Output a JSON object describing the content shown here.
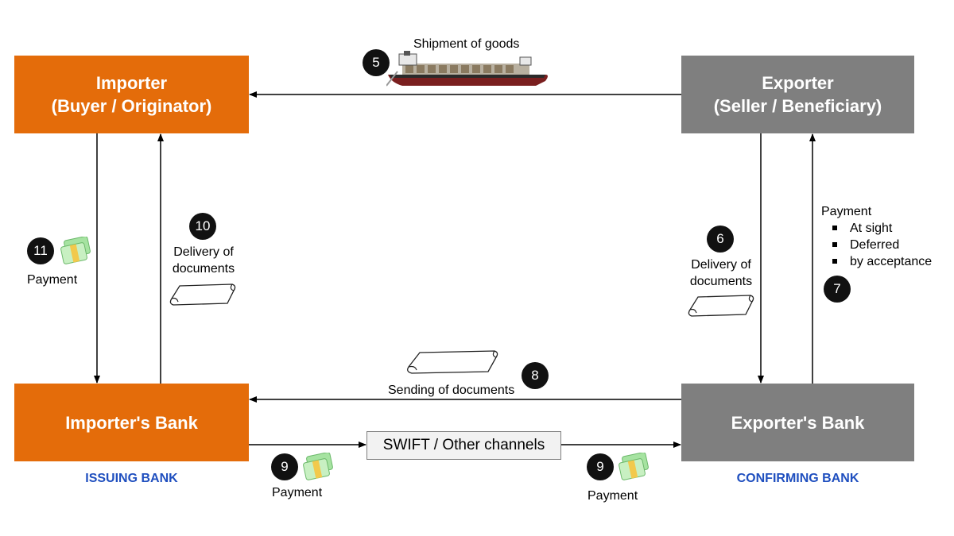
{
  "boxes": {
    "importer": {
      "line1": "Importer",
      "line2": "(Buyer / Originator)"
    },
    "exporter": {
      "line1": "Exporter",
      "line2": "(Seller / Beneficiary)"
    },
    "importer_bank": {
      "label": "Importer's Bank",
      "role": "ISSUING BANK"
    },
    "exporter_bank": {
      "label": "Exporter's Bank",
      "role": "CONFIRMING BANK"
    }
  },
  "channel": "SWIFT / Other channels",
  "steps": {
    "s5": {
      "num": "5",
      "label": "Shipment of goods"
    },
    "s6": {
      "num": "6",
      "label1": "Delivery of",
      "label2": "documents"
    },
    "s7": {
      "num": "7",
      "label": "Payment",
      "terms": [
        "At sight",
        "Deferred",
        "by acceptance"
      ]
    },
    "s8": {
      "num": "8",
      "label": "Sending of documents"
    },
    "s9a": {
      "num": "9",
      "label": "Payment"
    },
    "s9b": {
      "num": "9",
      "label": "Payment"
    },
    "s10": {
      "num": "10",
      "label1": "Delivery of",
      "label2": "documents"
    },
    "s11": {
      "num": "11",
      "label": "Payment"
    }
  },
  "colors": {
    "importer_side": "#e46c0a",
    "exporter_side": "#7f7f7f",
    "bank_role_text": "#1f4fbf"
  },
  "icons": [
    "ship-icon",
    "money-icon",
    "document-scroll-icon"
  ]
}
